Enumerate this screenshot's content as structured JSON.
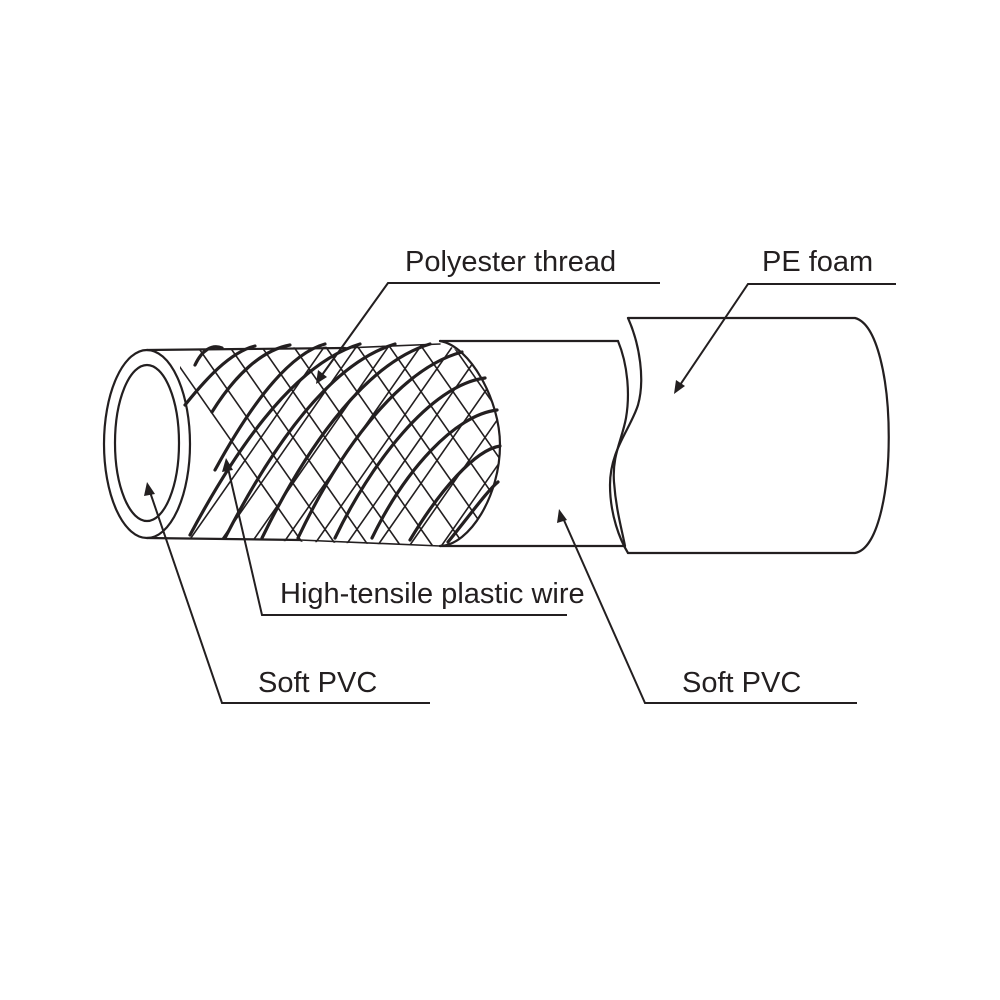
{
  "diagram": {
    "colors": {
      "line": "#231f20",
      "background": "#ffffff"
    },
    "labels": {
      "polyester_thread": "Polyester thread",
      "pe_foam": "PE foam",
      "high_tensile_wire": "High-tensile plastic wire",
      "soft_pvc_inner": "Soft PVC",
      "soft_pvc_outer": "Soft PVC"
    }
  }
}
